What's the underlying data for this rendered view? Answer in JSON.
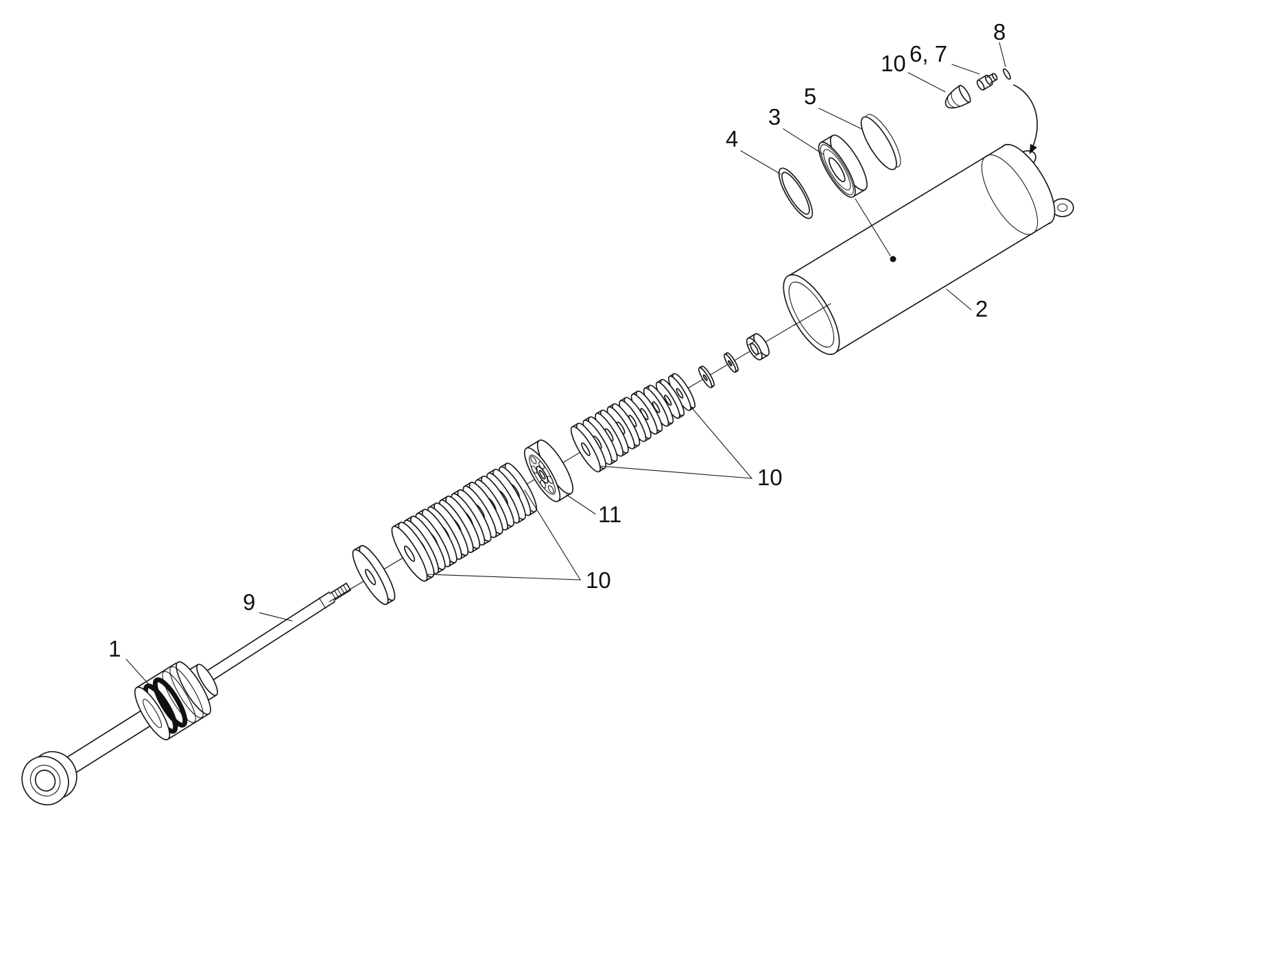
{
  "figure": {
    "bg": "#ffffff",
    "ink": "#1a1a1a",
    "callouts": {
      "c1": "1",
      "c2": "2",
      "c3": "3",
      "c4": "4",
      "c5": "5",
      "c67": "6, 7",
      "c8": "8",
      "c9": "9",
      "c10_lower": "10",
      "c10_upper": "10",
      "c10_top": "10",
      "c11": "11"
    }
  }
}
